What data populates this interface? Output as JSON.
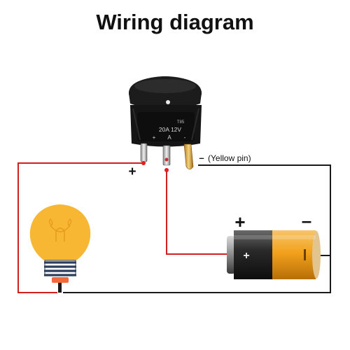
{
  "title": "Wiring diagram",
  "switch": {
    "rating_top": "T85",
    "rating": "20A  12V",
    "pin_marks": [
      "+",
      "A",
      "-"
    ]
  },
  "labels": {
    "switch_plus": "+",
    "yellow_pin_dash": "–",
    "yellow_pin": "(Yellow pin)",
    "battery_plus": "+",
    "battery_minus": "–"
  },
  "colors": {
    "positive_wire": "#d02020",
    "negative_wire": "#1a1a1a",
    "bulb": "#f7b733",
    "battery_gold": "#f2a21c",
    "battery_black": "#2a2a2a",
    "switch_body": "#151515"
  }
}
